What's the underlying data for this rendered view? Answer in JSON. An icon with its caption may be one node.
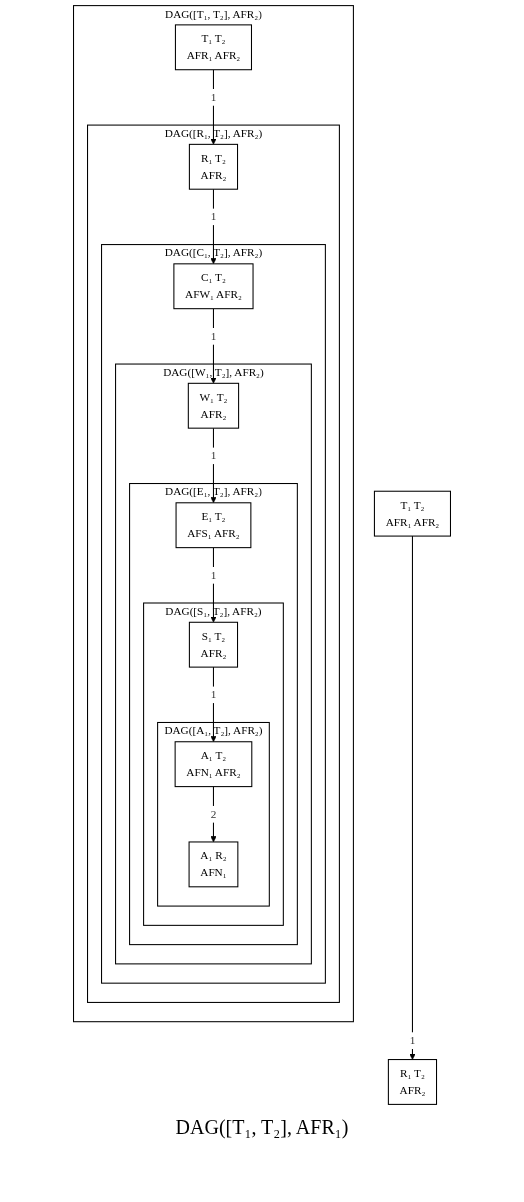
{
  "diagram": {
    "nodes": [
      {
        "text": [
          "T₁ T₂",
          "AFR₁ AFR₂"
        ]
      },
      {
        "text": [
          "R₁ T₂",
          "AFR₂"
        ]
      },
      {
        "text": [
          "DAG([T₁, T₂], AFR₂)"
        ]
      },
      {
        "text": [
          "T₁ T₂",
          "AFR₁ AFR₂"
        ],
        "in": 2
      },
      {
        "text": [
          "DAG([R₁, T₂], AFR₂)"
        ],
        "in": 2
      },
      {
        "text": [
          "R₁ T₂",
          "AFR₂"
        ],
        "in": 4
      },
      {
        "text": [
          "DAG([C₁, T₂], AFR₂)"
        ],
        "in": 4
      },
      {
        "text": [
          "C₁ T₂",
          "AFW₁ AFR₂"
        ],
        "in": 6
      },
      {
        "text": [
          "DAG([W₁, T₂], AFR₂)"
        ],
        "in": 6
      },
      {
        "text": [
          "W₁ T₂",
          "AFR₂"
        ],
        "in": 8
      },
      {
        "text": [
          "DAG([E₁, T₂], AFR₂)"
        ],
        "in": 8
      },
      {
        "text": [
          "E₁ T₂",
          "AFS₁ AFR₂"
        ],
        "in": 10
      },
      {
        "text": [
          "DAG([S₁, T₂], AFR₂)"
        ],
        "in": 10
      },
      {
        "text": [
          "S₁ T₂",
          "AFR₂"
        ],
        "in": 12
      },
      {
        "text": [
          "DAG([A₁, T₂], AFR₂)"
        ],
        "in": 12
      },
      {
        "text": [
          "A₁ T₂",
          "AFN₁ AFR₂"
        ],
        "in": 14
      },
      {
        "text": [
          "A₁ R₂",
          "AFN₁"
        ],
        "in": 14
      }
    ],
    "edges": [
      {
        "from": 0,
        "to": 1,
        "arrow": "to",
        "label": "1"
      },
      {
        "from": 3,
        "to": 5,
        "arrow": "to",
        "label": "1"
      },
      {
        "from": 5,
        "to": 7,
        "arrow": "to",
        "label": "1"
      },
      {
        "from": 7,
        "to": 9,
        "arrow": "to",
        "label": "1"
      },
      {
        "from": 9,
        "to": 11,
        "arrow": "to",
        "label": "1"
      },
      {
        "from": 11,
        "to": 13,
        "arrow": "to",
        "label": "1"
      },
      {
        "from": 13,
        "to": 15,
        "arrow": "to",
        "label": "1"
      },
      {
        "from": 15,
        "to": 16,
        "arrow": "to",
        "label": "2"
      }
    ],
    "labels": [
      "DAG([T₁, T₂], AFR₁)"
    ]
  }
}
